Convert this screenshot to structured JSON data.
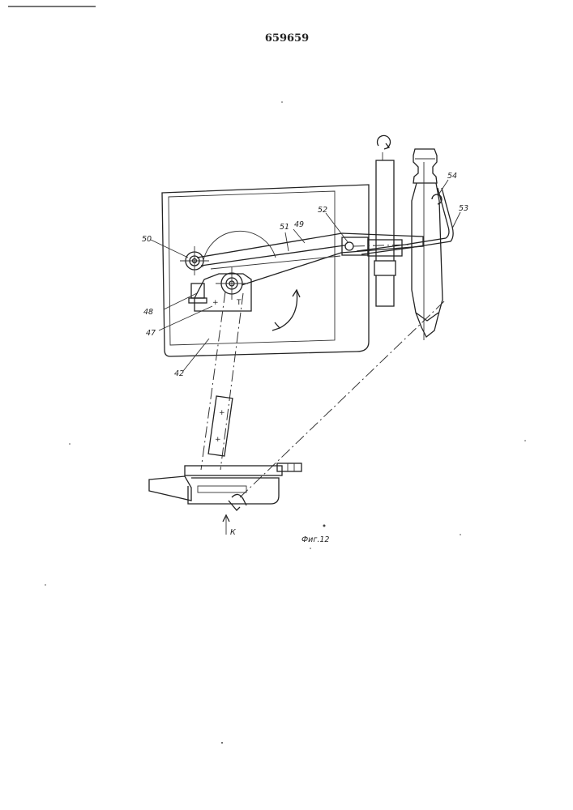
{
  "patent_number": "659659",
  "figure_caption": "Фиг.12",
  "view_marker": "К",
  "labels": {
    "l42": "42",
    "l47": "47",
    "l48": "48",
    "l49": "49",
    "l50": "50",
    "l51": "51",
    "l52": "52",
    "l53": "53",
    "l54": "54"
  },
  "colors": {
    "ink": "#222222",
    "paper": "#ffffff"
  }
}
